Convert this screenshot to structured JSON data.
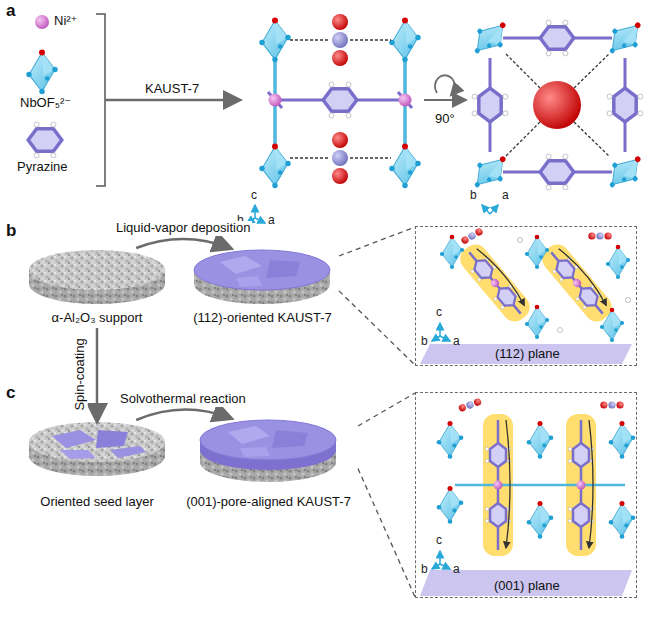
{
  "diagram": {
    "nodes": [
      {
        "text": [
          "α-Al₂O₃ support"
        ]
      },
      {
        "text": [
          "(112)-oriented KAUST-7"
        ]
      },
      {
        "text": [
          "(112) plane"
        ]
      },
      {
        "text": [
          "Oriented seed layer"
        ]
      },
      {
        "text": [
          "(001)-pore-aligned KAUST-7"
        ]
      },
      {
        "text": [
          "(001) plane"
        ]
      }
    ],
    "edges": [
      {
        "from": 0,
        "to": 1,
        "arrow": "to",
        "label": "Liquid-vapor deposition"
      },
      {
        "from": 1,
        "to": 2,
        "arrow": "none"
      },
      {
        "from": 0,
        "to": 3,
        "arrow": "to",
        "label": "Spin-coating"
      },
      {
        "from": 3,
        "to": 4,
        "arrow": "to",
        "label": "Solvothermal reaction"
      },
      {
        "from": 4,
        "to": 5,
        "arrow": "none"
      }
    ],
    "labels": [
      "a",
      "KAUST-7",
      "c",
      "b",
      "a",
      "90°",
      "b",
      "a",
      "b",
      "c",
      "b",
      "a",
      "c",
      "c",
      "b",
      "a"
    ],
    "legend": [
      {
        "text": "Ni²⁺"
      },
      {
        "text": "NbOF₅²⁻"
      },
      {
        "text": "Pyrazine"
      }
    ]
  }
}
